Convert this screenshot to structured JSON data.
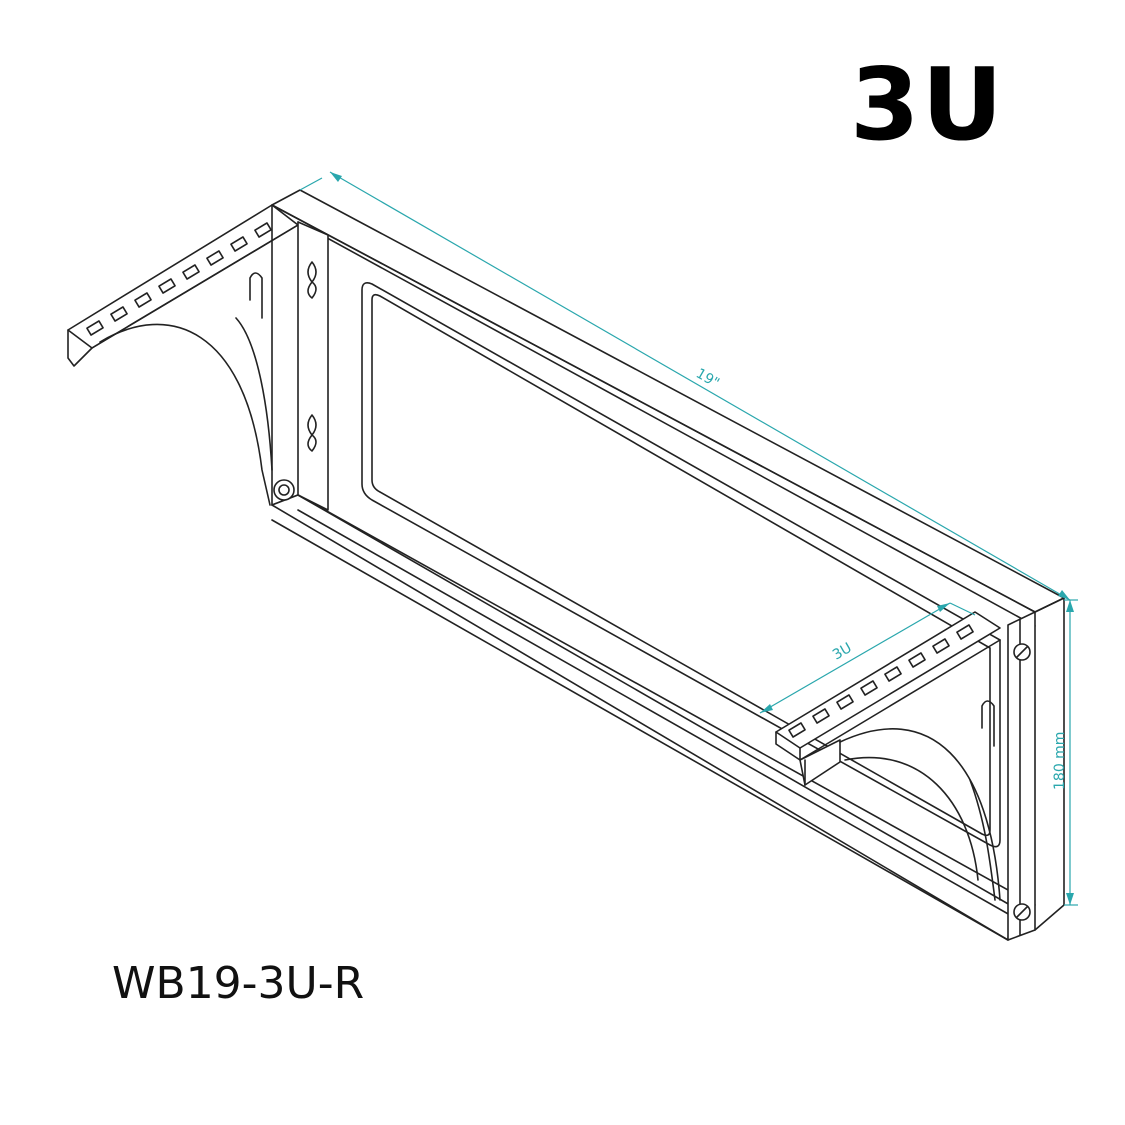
{
  "title": "3U",
  "model": "WB19-3U-R",
  "dimensions": {
    "width_label": "19\"",
    "rack_units_label": "3U",
    "height_label": "180 mm"
  },
  "colors": {
    "dimension_lines": "#2aa7ad",
    "drawing_lines": "#222222",
    "text": "#000000"
  }
}
